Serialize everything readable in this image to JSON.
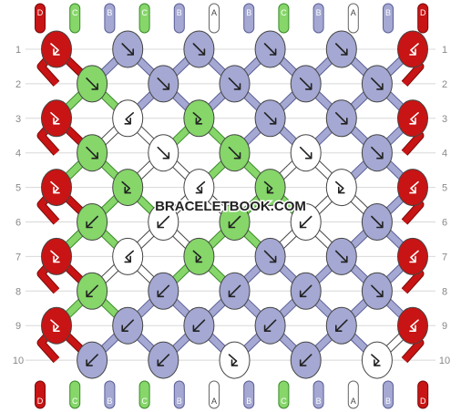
{
  "site": {
    "watermark": "BRACELETBOOK.COM"
  },
  "colors": {
    "D": "#c81414",
    "C": "#86d66a",
    "B": "#a4a8d2",
    "A": "#ffffff"
  },
  "strings": {
    "top": [
      "D",
      "C",
      "B",
      "C",
      "B",
      "A",
      "B",
      "C",
      "B",
      "A",
      "B",
      "D"
    ],
    "bottom": [
      "D",
      "C",
      "B",
      "C",
      "B",
      "A",
      "B",
      "C",
      "B",
      "A",
      "B",
      "D"
    ]
  },
  "rows": {
    "left": [
      "1",
      "2",
      "3",
      "4",
      "5",
      "6",
      "7",
      "8",
      "9",
      "10"
    ],
    "right": [
      "1",
      "2",
      "3",
      "4",
      "5",
      "6",
      "7",
      "8",
      "9",
      "10"
    ]
  },
  "knots": [
    [
      {
        "c": "D",
        "a": "fb"
      },
      {
        "c": "B",
        "a": "f"
      },
      {
        "c": "B",
        "a": "f"
      },
      {
        "c": "B",
        "a": "f"
      },
      {
        "c": "B",
        "a": "f"
      },
      {
        "c": "D",
        "a": "bf"
      }
    ],
    [
      {
        "c": "C",
        "a": "f"
      },
      {
        "c": "B",
        "a": "f"
      },
      {
        "c": "B",
        "a": "f"
      },
      {
        "c": "B",
        "a": "f"
      },
      {
        "c": "B",
        "a": "f"
      }
    ],
    [
      {
        "c": "D",
        "a": "fb"
      },
      {
        "c": "A",
        "a": "bf"
      },
      {
        "c": "C",
        "a": "fb"
      },
      {
        "c": "B",
        "a": "f"
      },
      {
        "c": "B",
        "a": "f"
      },
      {
        "c": "D",
        "a": "bf"
      }
    ],
    [
      {
        "c": "C",
        "a": "f"
      },
      {
        "c": "A",
        "a": "f"
      },
      {
        "c": "C",
        "a": "f"
      },
      {
        "c": "A",
        "a": "f"
      },
      {
        "c": "B",
        "a": "f"
      }
    ],
    [
      {
        "c": "D",
        "a": "fb"
      },
      {
        "c": "C",
        "a": "fb"
      },
      {
        "c": "A",
        "a": "bf"
      },
      {
        "c": "C",
        "a": "fb"
      },
      {
        "c": "A",
        "a": "fb"
      },
      {
        "c": "D",
        "a": "bf"
      }
    ],
    [
      {
        "c": "C",
        "a": "b"
      },
      {
        "c": "A",
        "a": "b"
      },
      {
        "c": "C",
        "a": "b"
      },
      {
        "c": "A",
        "a": "b"
      },
      {
        "c": "B",
        "a": "f"
      }
    ],
    [
      {
        "c": "D",
        "a": "fb"
      },
      {
        "c": "A",
        "a": "bf"
      },
      {
        "c": "C",
        "a": "fb"
      },
      {
        "c": "B",
        "a": "f"
      },
      {
        "c": "B",
        "a": "f"
      },
      {
        "c": "D",
        "a": "bf"
      }
    ],
    [
      {
        "c": "C",
        "a": "b"
      },
      {
        "c": "B",
        "a": "b"
      },
      {
        "c": "B",
        "a": "b"
      },
      {
        "c": "B",
        "a": "b"
      },
      {
        "c": "B",
        "a": "f"
      }
    ],
    [
      {
        "c": "D",
        "a": "fb"
      },
      {
        "c": "B",
        "a": "b"
      },
      {
        "c": "B",
        "a": "b"
      },
      {
        "c": "B",
        "a": "b"
      },
      {
        "c": "B",
        "a": "b"
      },
      {
        "c": "D",
        "a": "bf"
      }
    ],
    [
      {
        "c": "B",
        "a": "b"
      },
      {
        "c": "B",
        "a": "b"
      },
      {
        "c": "A",
        "a": "fb"
      },
      {
        "c": "B",
        "a": "b"
      },
      {
        "c": "A",
        "a": "fb"
      }
    ]
  ]
}
